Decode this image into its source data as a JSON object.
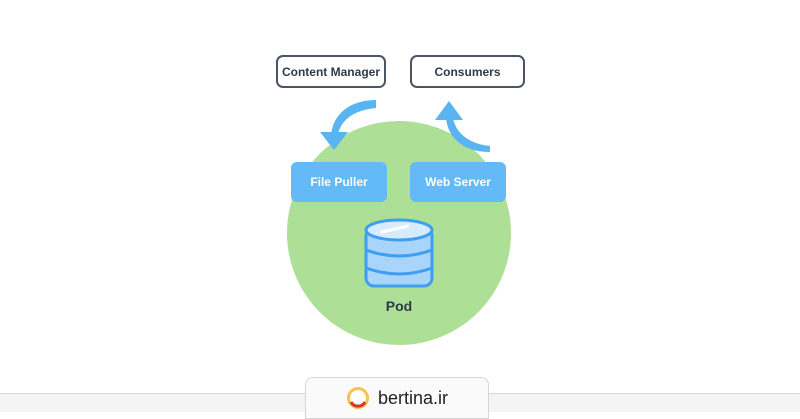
{
  "diagram": {
    "external": {
      "content_manager": "Content Manager",
      "consumers": "Consumers"
    },
    "containers": {
      "file_puller": "File Puller",
      "web_server": "Web Server"
    },
    "pod_label": "Pod"
  },
  "footer": {
    "site": "bertina.ir",
    "logo_icon": "bertina-logo-icon"
  },
  "colors": {
    "pod": "#aedf96",
    "container": "#64b9f7",
    "arrow": "#5ab4f2",
    "outline": "#4a5566"
  }
}
